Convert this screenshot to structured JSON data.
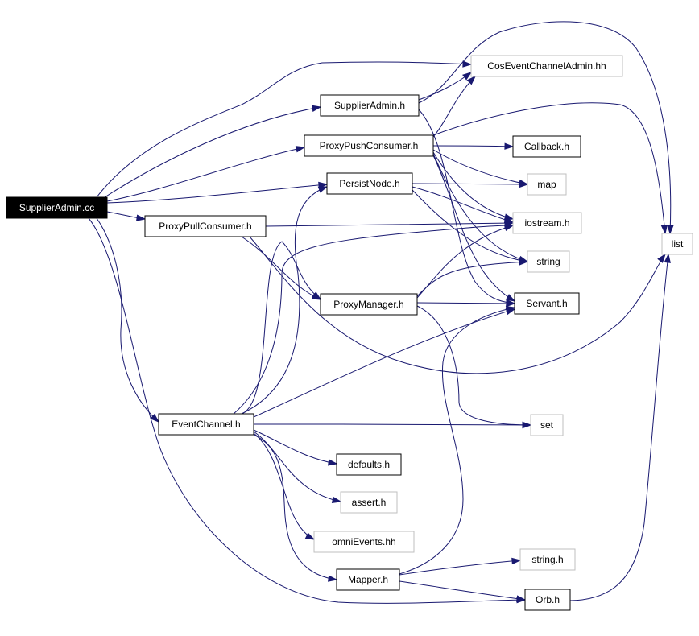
{
  "graph": {
    "root": "SupplierAdmin.cc",
    "colors": {
      "edge": "#191970",
      "root_fill": "#000000",
      "node_border": "#000000",
      "system_border": "#bfbfbf"
    },
    "nodes": [
      {
        "id": "SupplierAdmin_cc",
        "label": "SupplierAdmin.cc",
        "kind": "root"
      },
      {
        "id": "CosEventChannelAdmin_hh",
        "label": "CosEventChannelAdmin.hh",
        "kind": "system"
      },
      {
        "id": "SupplierAdmin_h",
        "label": "SupplierAdmin.h",
        "kind": "local"
      },
      {
        "id": "ProxyPushConsumer_h",
        "label": "ProxyPushConsumer.h",
        "kind": "local"
      },
      {
        "id": "Callback_h",
        "label": "Callback.h",
        "kind": "local"
      },
      {
        "id": "PersistNode_h",
        "label": "PersistNode.h",
        "kind": "local"
      },
      {
        "id": "map",
        "label": "map",
        "kind": "system"
      },
      {
        "id": "ProxyPullConsumer_h",
        "label": "ProxyPullConsumer.h",
        "kind": "local"
      },
      {
        "id": "iostream_h",
        "label": "iostream.h",
        "kind": "system"
      },
      {
        "id": "list",
        "label": "list",
        "kind": "system"
      },
      {
        "id": "string",
        "label": "string",
        "kind": "system"
      },
      {
        "id": "ProxyManager_h",
        "label": "ProxyManager.h",
        "kind": "local"
      },
      {
        "id": "Servant_h",
        "label": "Servant.h",
        "kind": "local"
      },
      {
        "id": "EventChannel_h",
        "label": "EventChannel.h",
        "kind": "local"
      },
      {
        "id": "set",
        "label": "set",
        "kind": "system"
      },
      {
        "id": "defaults_h",
        "label": "defaults.h",
        "kind": "local"
      },
      {
        "id": "assert_h",
        "label": "assert.h",
        "kind": "system"
      },
      {
        "id": "omniEvents_hh",
        "label": "omniEvents.hh",
        "kind": "system"
      },
      {
        "id": "string_h",
        "label": "string.h",
        "kind": "system"
      },
      {
        "id": "Mapper_h",
        "label": "Mapper.h",
        "kind": "local"
      },
      {
        "id": "Orb_h",
        "label": "Orb.h",
        "kind": "local"
      }
    ],
    "edges": [
      {
        "from": "SupplierAdmin_cc",
        "to": "CosEventChannelAdmin_hh"
      },
      {
        "from": "SupplierAdmin_cc",
        "to": "SupplierAdmin_h"
      },
      {
        "from": "SupplierAdmin_cc",
        "to": "ProxyPushConsumer_h"
      },
      {
        "from": "SupplierAdmin_cc",
        "to": "PersistNode_h"
      },
      {
        "from": "SupplierAdmin_cc",
        "to": "ProxyPullConsumer_h"
      },
      {
        "from": "SupplierAdmin_cc",
        "to": "EventChannel_h"
      },
      {
        "from": "SupplierAdmin_cc",
        "to": "Orb_h"
      },
      {
        "from": "SupplierAdmin_h",
        "to": "CosEventChannelAdmin_hh"
      },
      {
        "from": "SupplierAdmin_h",
        "to": "list"
      },
      {
        "from": "SupplierAdmin_h",
        "to": "Servant_h"
      },
      {
        "from": "ProxyPushConsumer_h",
        "to": "CosEventChannelAdmin_hh"
      },
      {
        "from": "ProxyPushConsumer_h",
        "to": "Callback_h"
      },
      {
        "from": "ProxyPushConsumer_h",
        "to": "map"
      },
      {
        "from": "ProxyPushConsumer_h",
        "to": "iostream_h"
      },
      {
        "from": "ProxyPushConsumer_h",
        "to": "string"
      },
      {
        "from": "ProxyPushConsumer_h",
        "to": "Servant_h"
      },
      {
        "from": "ProxyPushConsumer_h",
        "to": "list"
      },
      {
        "from": "PersistNode_h",
        "to": "map"
      },
      {
        "from": "PersistNode_h",
        "to": "iostream_h"
      },
      {
        "from": "PersistNode_h",
        "to": "string"
      },
      {
        "from": "ProxyPullConsumer_h",
        "to": "iostream_h"
      },
      {
        "from": "ProxyPullConsumer_h",
        "to": "ProxyManager_h"
      },
      {
        "from": "ProxyPullConsumer_h",
        "to": "list"
      },
      {
        "from": "ProxyManager_h",
        "to": "iostream_h"
      },
      {
        "from": "ProxyManager_h",
        "to": "Servant_h"
      },
      {
        "from": "ProxyManager_h",
        "to": "set"
      },
      {
        "from": "ProxyManager_h",
        "to": "string"
      },
      {
        "from": "EventChannel_h",
        "to": "PersistNode_h"
      },
      {
        "from": "EventChannel_h",
        "to": "iostream_h"
      },
      {
        "from": "EventChannel_h",
        "to": "Servant_h"
      },
      {
        "from": "EventChannel_h",
        "to": "set"
      },
      {
        "from": "EventChannel_h",
        "to": "defaults_h"
      },
      {
        "from": "EventChannel_h",
        "to": "assert_h"
      },
      {
        "from": "EventChannel_h",
        "to": "omniEvents_hh"
      },
      {
        "from": "EventChannel_h",
        "to": "Mapper_h"
      },
      {
        "from": "EventChannel_h",
        "to": "ProxyManager_h"
      },
      {
        "from": "Mapper_h",
        "to": "string_h"
      },
      {
        "from": "Mapper_h",
        "to": "Orb_h"
      },
      {
        "from": "Mapper_h",
        "to": "Servant_h"
      },
      {
        "from": "Orb_h",
        "to": "list"
      }
    ]
  }
}
